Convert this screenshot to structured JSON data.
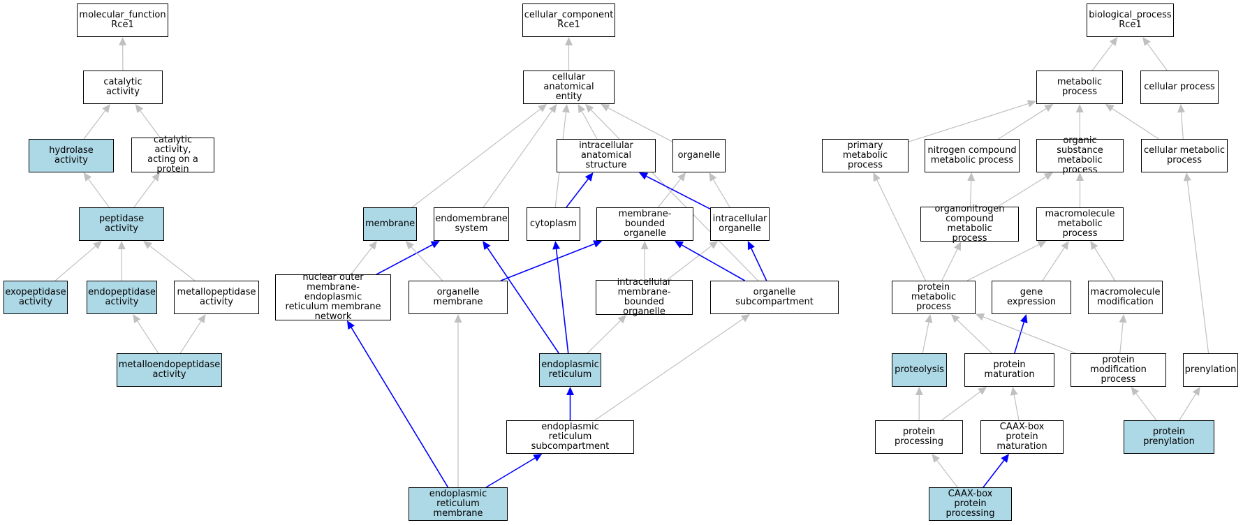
{
  "colors": {
    "highlight": "#add8e6",
    "plain": "#ffffff",
    "edge_gray": "#c0c0c0",
    "edge_blue": "#0000ff"
  },
  "nodes": {
    "mf_root": {
      "label": "molecular_function\nRce1",
      "highlight": false
    },
    "catalytic": {
      "label": "catalytic activity",
      "highlight": false
    },
    "hydrolase": {
      "label": "hydrolase activity",
      "highlight": true
    },
    "cat_protein": {
      "label": "catalytic activity,\nacting on a\nprotein",
      "highlight": false
    },
    "peptidase": {
      "label": "peptidase activity",
      "highlight": true
    },
    "exopeptidase": {
      "label": "exopeptidase\nactivity",
      "highlight": true
    },
    "endopeptidase": {
      "label": "endopeptidase\nactivity",
      "highlight": true
    },
    "metallopeptidase": {
      "label": "metallopeptidase\nactivity",
      "highlight": false
    },
    "metalloendo": {
      "label": "metalloendopeptidase\nactivity",
      "highlight": true
    },
    "cc_root": {
      "label": "cellular_component\nRce1",
      "highlight": false
    },
    "cae": {
      "label": "cellular anatomical\nentity",
      "highlight": false
    },
    "ias": {
      "label": "intracellular\nanatomical structure",
      "highlight": false
    },
    "organelle": {
      "label": "organelle",
      "highlight": false
    },
    "membrane": {
      "label": "membrane",
      "highlight": true
    },
    "endomembrane": {
      "label": "endomembrane\nsystem",
      "highlight": false
    },
    "cytoplasm": {
      "label": "cytoplasm",
      "highlight": false
    },
    "mbo": {
      "label": "membrane-bounded\norganelle",
      "highlight": false
    },
    "io": {
      "label": "intracellular\norganelle",
      "highlight": false
    },
    "nuclear": {
      "label": "nuclear outer\nmembrane-endoplasmic\nreticulum membrane\nnetwork",
      "highlight": false
    },
    "orgmem": {
      "label": "organelle membrane",
      "highlight": false
    },
    "imbo": {
      "label": "intracellular\nmembrane-bounded\norganelle",
      "highlight": false
    },
    "orgsub": {
      "label": "organelle subcompartment",
      "highlight": false
    },
    "er": {
      "label": "endoplasmic\nreticulum",
      "highlight": true
    },
    "ersub": {
      "label": "endoplasmic\nreticulum subcompartment",
      "highlight": false
    },
    "ermem": {
      "label": "endoplasmic\nreticulum membrane",
      "highlight": true
    },
    "bp_root": {
      "label": "biological_process\nRce1",
      "highlight": false
    },
    "metabolic": {
      "label": "metabolic process",
      "highlight": false
    },
    "cellular": {
      "label": "cellular process",
      "highlight": false
    },
    "primary": {
      "label": "primary metabolic\nprocess",
      "highlight": false
    },
    "nitrogen": {
      "label": "nitrogen compound\nmetabolic process",
      "highlight": false
    },
    "organic": {
      "label": "organic substance\nmetabolic process",
      "highlight": false
    },
    "cellmet": {
      "label": "cellular metabolic\nprocess",
      "highlight": false
    },
    "organonitrogen": {
      "label": "organonitrogen\ncompound metabolic\nprocess",
      "highlight": false
    },
    "macromol": {
      "label": "macromolecule\nmetabolic process",
      "highlight": false
    },
    "protmet": {
      "label": "protein metabolic\nprocess",
      "highlight": false
    },
    "geneexp": {
      "label": "gene expression",
      "highlight": false
    },
    "macromod": {
      "label": "macromolecule\nmodification",
      "highlight": false
    },
    "proteolysis": {
      "label": "proteolysis",
      "highlight": true
    },
    "protmat": {
      "label": "protein maturation",
      "highlight": false
    },
    "protmod": {
      "label": "protein modification\nprocess",
      "highlight": false
    },
    "prenylation": {
      "label": "prenylation",
      "highlight": false
    },
    "protproc": {
      "label": "protein processing",
      "highlight": false
    },
    "caaxmat": {
      "label": "CAAX-box protein\nmaturation",
      "highlight": false
    },
    "protpren": {
      "label": "protein prenylation",
      "highlight": true
    },
    "caaxproc": {
      "label": "CAAX-box protein\nprocessing",
      "highlight": true
    }
  },
  "edges": [
    [
      "catalytic",
      "mf_root",
      "gray"
    ],
    [
      "hydrolase",
      "catalytic",
      "gray"
    ],
    [
      "cat_protein",
      "catalytic",
      "gray"
    ],
    [
      "peptidase",
      "hydrolase",
      "gray"
    ],
    [
      "peptidase",
      "cat_protein",
      "gray"
    ],
    [
      "exopeptidase",
      "peptidase",
      "gray"
    ],
    [
      "endopeptidase",
      "peptidase",
      "gray"
    ],
    [
      "metallopeptidase",
      "peptidase",
      "gray"
    ],
    [
      "metalloendo",
      "endopeptidase",
      "gray"
    ],
    [
      "metalloendo",
      "metallopeptidase",
      "gray"
    ],
    [
      "cae",
      "cc_root",
      "gray"
    ],
    [
      "membrane",
      "cae",
      "gray"
    ],
    [
      "endomembrane",
      "cae",
      "gray"
    ],
    [
      "cytoplasm",
      "cae",
      "gray"
    ],
    [
      "ias",
      "cae",
      "gray"
    ],
    [
      "organelle",
      "cae",
      "gray"
    ],
    [
      "orgsub",
      "cae",
      "gray"
    ],
    [
      "cytoplasm",
      "ias",
      "blue"
    ],
    [
      "mbo",
      "organelle",
      "gray"
    ],
    [
      "io",
      "organelle",
      "gray"
    ],
    [
      "io",
      "ias",
      "blue"
    ],
    [
      "nuclear",
      "membrane",
      "gray"
    ],
    [
      "nuclear",
      "endomembrane",
      "blue"
    ],
    [
      "orgmem",
      "membrane",
      "gray"
    ],
    [
      "orgmem",
      "mbo",
      "blue"
    ],
    [
      "imbo",
      "mbo",
      "gray"
    ],
    [
      "imbo",
      "io",
      "gray"
    ],
    [
      "orgsub",
      "mbo",
      "blue"
    ],
    [
      "orgsub",
      "io",
      "blue"
    ],
    [
      "er",
      "endomembrane",
      "blue"
    ],
    [
      "er",
      "cytoplasm",
      "blue"
    ],
    [
      "er",
      "imbo",
      "gray"
    ],
    [
      "ersub",
      "er",
      "blue"
    ],
    [
      "ersub",
      "orgsub",
      "gray"
    ],
    [
      "ermem",
      "nuclear",
      "blue"
    ],
    [
      "ermem",
      "orgmem",
      "gray"
    ],
    [
      "ermem",
      "ersub",
      "blue"
    ],
    [
      "metabolic",
      "bp_root",
      "gray"
    ],
    [
      "cellular",
      "bp_root",
      "gray"
    ],
    [
      "primary",
      "metabolic",
      "gray"
    ],
    [
      "nitrogen",
      "metabolic",
      "gray"
    ],
    [
      "organic",
      "metabolic",
      "gray"
    ],
    [
      "cellmet",
      "metabolic",
      "gray"
    ],
    [
      "cellmet",
      "cellular",
      "gray"
    ],
    [
      "organonitrogen",
      "nitrogen",
      "gray"
    ],
    [
      "organonitrogen",
      "organic",
      "gray"
    ],
    [
      "macromol",
      "organic",
      "gray"
    ],
    [
      "protmet",
      "primary",
      "gray"
    ],
    [
      "protmet",
      "organonitrogen",
      "gray"
    ],
    [
      "protmet",
      "macromol",
      "gray"
    ],
    [
      "geneexp",
      "macromol",
      "gray"
    ],
    [
      "macromod",
      "macromol",
      "gray"
    ],
    [
      "proteolysis",
      "protmet",
      "gray"
    ],
    [
      "protmat",
      "protmet",
      "gray"
    ],
    [
      "protmat",
      "geneexp",
      "blue"
    ],
    [
      "protmod",
      "protmet",
      "gray"
    ],
    [
      "protmod",
      "macromod",
      "gray"
    ],
    [
      "prenylation",
      "cellmet",
      "gray"
    ],
    [
      "protproc",
      "proteolysis",
      "gray"
    ],
    [
      "protproc",
      "protmat",
      "gray"
    ],
    [
      "caaxmat",
      "protmat",
      "gray"
    ],
    [
      "protpren",
      "protmod",
      "gray"
    ],
    [
      "protpren",
      "prenylation",
      "gray"
    ],
    [
      "caaxproc",
      "protproc",
      "gray"
    ],
    [
      "caaxproc",
      "caaxmat",
      "blue"
    ]
  ]
}
